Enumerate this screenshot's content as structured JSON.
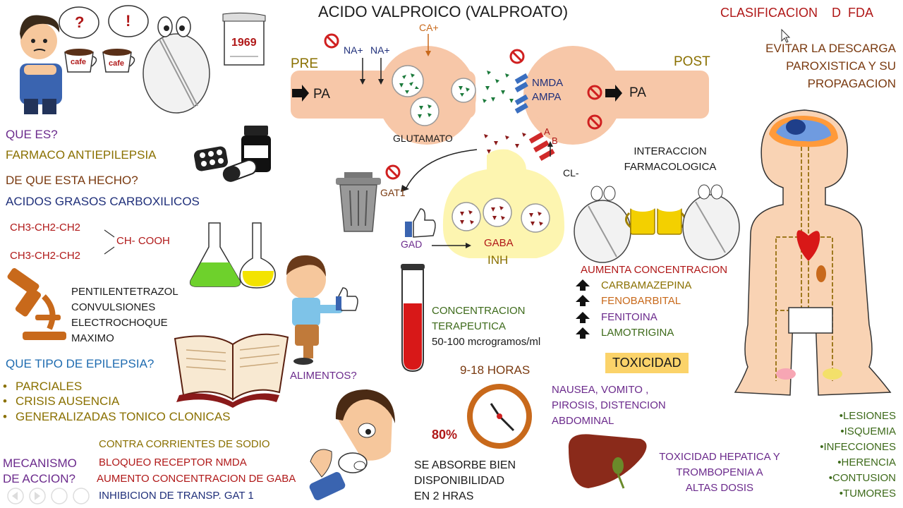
{
  "title": "ACIDO VALPROICO (VALPROATO)",
  "classification": "CLASIFICACION    D  FDA",
  "goal": [
    "EVITAR LA DESCARGA",
    "PAROXISTICA Y SU",
    "PROPAGACION"
  ],
  "cartoon": {
    "question_mark": "?",
    "exclamation_mark": "!",
    "cup1": "cafe",
    "cup2": "cafe",
    "calendar_year": "1969"
  },
  "what_is": {
    "q1": "QUE ES?",
    "a1": "FARMACO ANTIEPILEPSIA",
    "q2": "DE QUE ESTA HECHO?",
    "a2": "ACIDOS GRASOS CARBOXILICOS"
  },
  "formula": {
    "line1": "CH3-CH2-CH2",
    "line2": "CH3-CH2-CH2",
    "group": "CH- COOH"
  },
  "test": [
    "PENTILENTETRAZOL",
    "CONVULSIONES",
    "ELECTROCHOQUE",
    "MAXIMO"
  ],
  "epilepsy": {
    "question": "QUE TIPO DE EPILEPSIA?",
    "items": [
      "PARCIALES",
      "CRISIS AUSENCIA",
      "GENERALIZADAS TONICO CLONICAS"
    ]
  },
  "mechanism": {
    "label": "MECANISMO\nDE ACCION?",
    "items": [
      "CONTRA CORRIENTES DE SODIO",
      "BLOQUEO RECEPTOR NMDA",
      "AUMENTO CONCENTRACION DE GABA",
      "INHIBICION DE TRANSP. GAT 1"
    ]
  },
  "synapse": {
    "pre": "PRE",
    "post": "POST",
    "pa_left": "PA",
    "pa_right": "PA",
    "na1": "NA+",
    "na2": "NA+",
    "ca": "CA+",
    "glutamato": "GLUTAMATO",
    "nmda": "NMDA",
    "ampa": "AMPA",
    "a": "A",
    "b": "B",
    "cl": "CL-",
    "gat1": "GAT1",
    "gad": "GAD",
    "gaba": "GABA",
    "inh": "INH"
  },
  "food": "ALIMENTOS?",
  "concentration": [
    "CONCENTRACION",
    "TERAPEUTICA",
    "50-100 mcrogramos/ml"
  ],
  "time": "9-18 HORAS",
  "bioavailability_pct": "80%",
  "absorption": [
    "SE ABSORBE BIEN",
    "DISPONIBILIDAD",
    "EN 2 HRAS"
  ],
  "interaction": {
    "title": [
      "INTERACCION",
      "FARMACOLOGICA"
    ],
    "heading": "AUMENTA CONCENTRACION",
    "drugs": [
      "CARBAMAZEPINA",
      "FENOBARBITAL",
      "FENITOINA",
      "LAMOTRIGINA"
    ]
  },
  "toxicity": {
    "label": "TOXICIDAD",
    "symptoms": [
      "NAUSEA, VOMITO ,",
      "PIROSIS, DISTENCION",
      "ABDOMINAL"
    ],
    "hepatic": [
      "TOXICIDAD HEPATICA Y",
      "TROMBOPENIA A",
      "ALTAS DOSIS"
    ]
  },
  "causes": [
    "LESIONES",
    "ISQUEMIA",
    "INFECCIONES",
    "HERENCIA",
    "CONTUSION",
    "TUMORES"
  ]
}
